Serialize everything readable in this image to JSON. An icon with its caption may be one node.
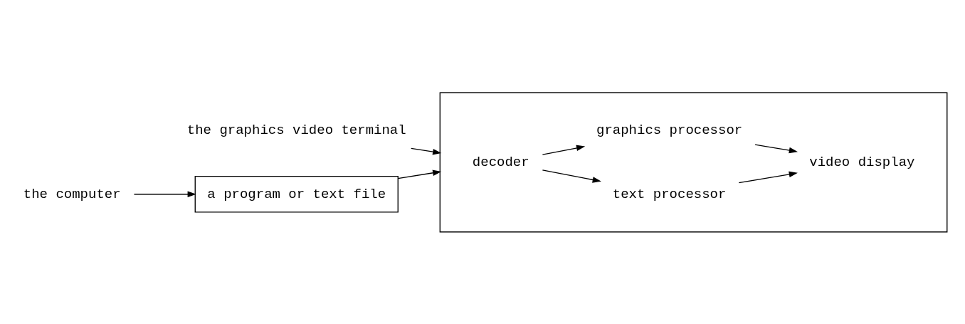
{
  "diagram": {
    "nodes": [
      {
        "text": [
          "a program or text file"
        ]
      },
      {
        "text": [],
        "shape": "box"
      },
      {
        "text": [
          "decoder"
        ],
        "in": 1
      },
      {
        "text": [
          "text processor"
        ],
        "in": 1
      },
      {
        "text": [
          "graphics processor"
        ],
        "in": 1
      },
      {
        "text": [
          "video display"
        ],
        "in": 1
      },
      {
        "text": [
          "the computer"
        ]
      },
      {
        "text": [
          "the graphics video terminal"
        ]
      }
    ],
    "edges": [
      {
        "from": 0,
        "to": 1,
        "arrow": "to"
      },
      {
        "from": 2,
        "to": 3,
        "arrow": "to"
      },
      {
        "from": 2,
        "to": 4,
        "arrow": "to"
      },
      {
        "from": 3,
        "to": 5,
        "arrow": "to"
      },
      {
        "from": 4,
        "to": 5,
        "arrow": "to"
      },
      {
        "from": 6,
        "to": 0,
        "arrow": "to"
      },
      {
        "from": 7,
        "to": 1,
        "arrow": "to"
      }
    ]
  }
}
